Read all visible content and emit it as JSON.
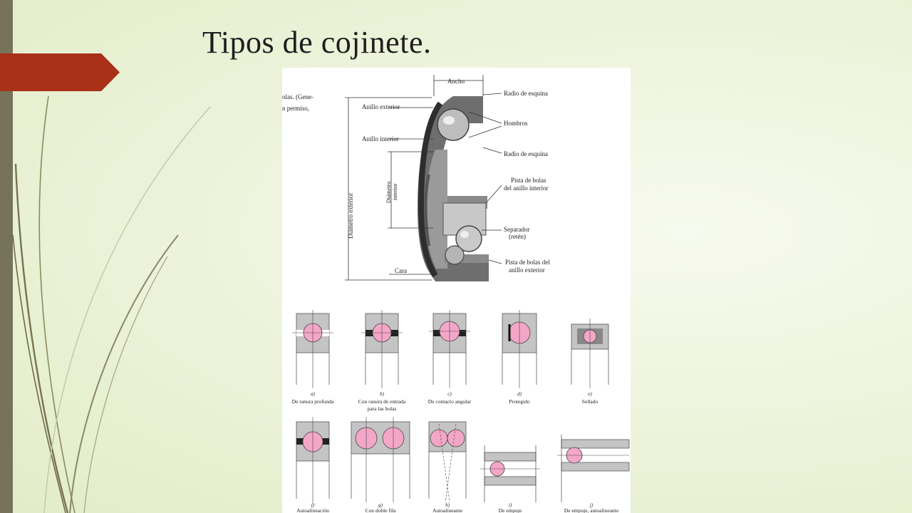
{
  "slide": {
    "title": "Tipos de cojinete."
  },
  "figure": {
    "caption_fragment": [
      "olas. (Gene-",
      "n permiso,"
    ],
    "labels": {
      "ancho": "Ancho",
      "anillo_exterior": "Anillo exterior",
      "anillo_interior": "Anillo interior",
      "diametro_exterior": "Diámetro exterior",
      "diametro_interior_1": "Diámetro",
      "diametro_interior_2": "interior",
      "cara": "Cara",
      "radio_esquina_1": "Radio de esquina",
      "hombros": "Hombros",
      "radio_esquina_2": "Radio de esquina",
      "pista_interior_1": "Pista de bolas",
      "pista_interior_2": "del anillo interior",
      "separador_1": "Separador",
      "separador_2": "(retén)",
      "pista_exterior_1": "Pista de bolas del",
      "pista_exterior_2": "anillo exterior"
    },
    "row1": [
      {
        "letter": "a)",
        "name": "De ranura profunda",
        "name2": ""
      },
      {
        "letter": "b)",
        "name": "Con ranura de entrada",
        "name2": "para las bolas"
      },
      {
        "letter": "c)",
        "name": "De contacto angular",
        "name2": ""
      },
      {
        "letter": "d)",
        "name": "Protegido",
        "name2": ""
      },
      {
        "letter": "e)",
        "name": "Sellado",
        "name2": ""
      }
    ],
    "row2": [
      {
        "letter": "f)",
        "name": "Autoalineación",
        "name2": ""
      },
      {
        "letter": "g)",
        "name": "Con doble fila",
        "name2": ""
      },
      {
        "letter": "h)",
        "name": "Autoalineante",
        "name2": ""
      },
      {
        "letter": "i)",
        "name": "De empuje",
        "name2": ""
      },
      {
        "letter": "j)",
        "name": "De empuje, autoalineante",
        "name2": ""
      }
    ]
  },
  "colors": {
    "accent_red": "#a83117",
    "left_bar": "#76735a",
    "ball_pink": "#f4a6c8",
    "ring_gray": "#c4c4c4"
  }
}
